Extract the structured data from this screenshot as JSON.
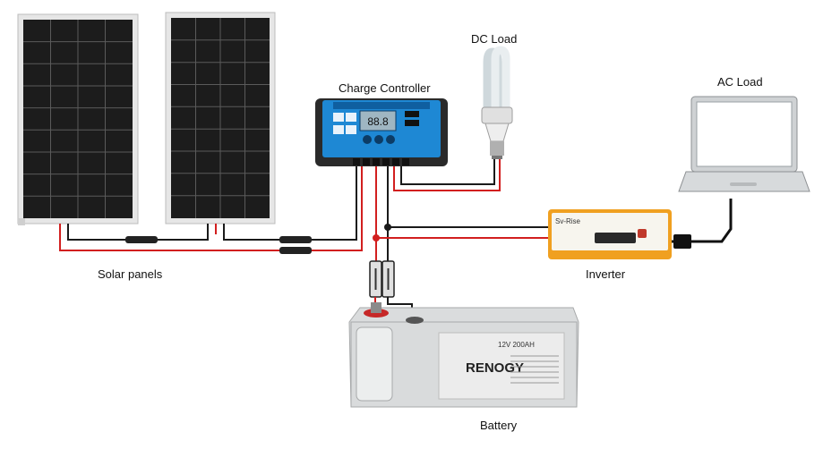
{
  "labels": {
    "dc_load": "DC Load",
    "charge_controller": "Charge Controller",
    "ac_load": "AC Load",
    "solar_panels": "Solar panels",
    "inverter": "Inverter",
    "battery": "Battery"
  },
  "product_text": {
    "battery_brand": "RENOGY",
    "battery_model": "12V 200AH",
    "inverter_brand": "Sv-Rise",
    "lcd_reading": "88.8"
  },
  "colors": {
    "positive_wire": "#d21f1f",
    "negative_wire": "#1a1a1a",
    "controller_blue": "#1e88d4",
    "inverter_orange": "#f0a020",
    "battery_gray": "#d9dbdc",
    "panel_cell": "#1c1c1c"
  },
  "icons": {
    "lamp": "cfl-bulb-icon",
    "laptop": "laptop-icon",
    "fuse": "fuse-icon"
  }
}
